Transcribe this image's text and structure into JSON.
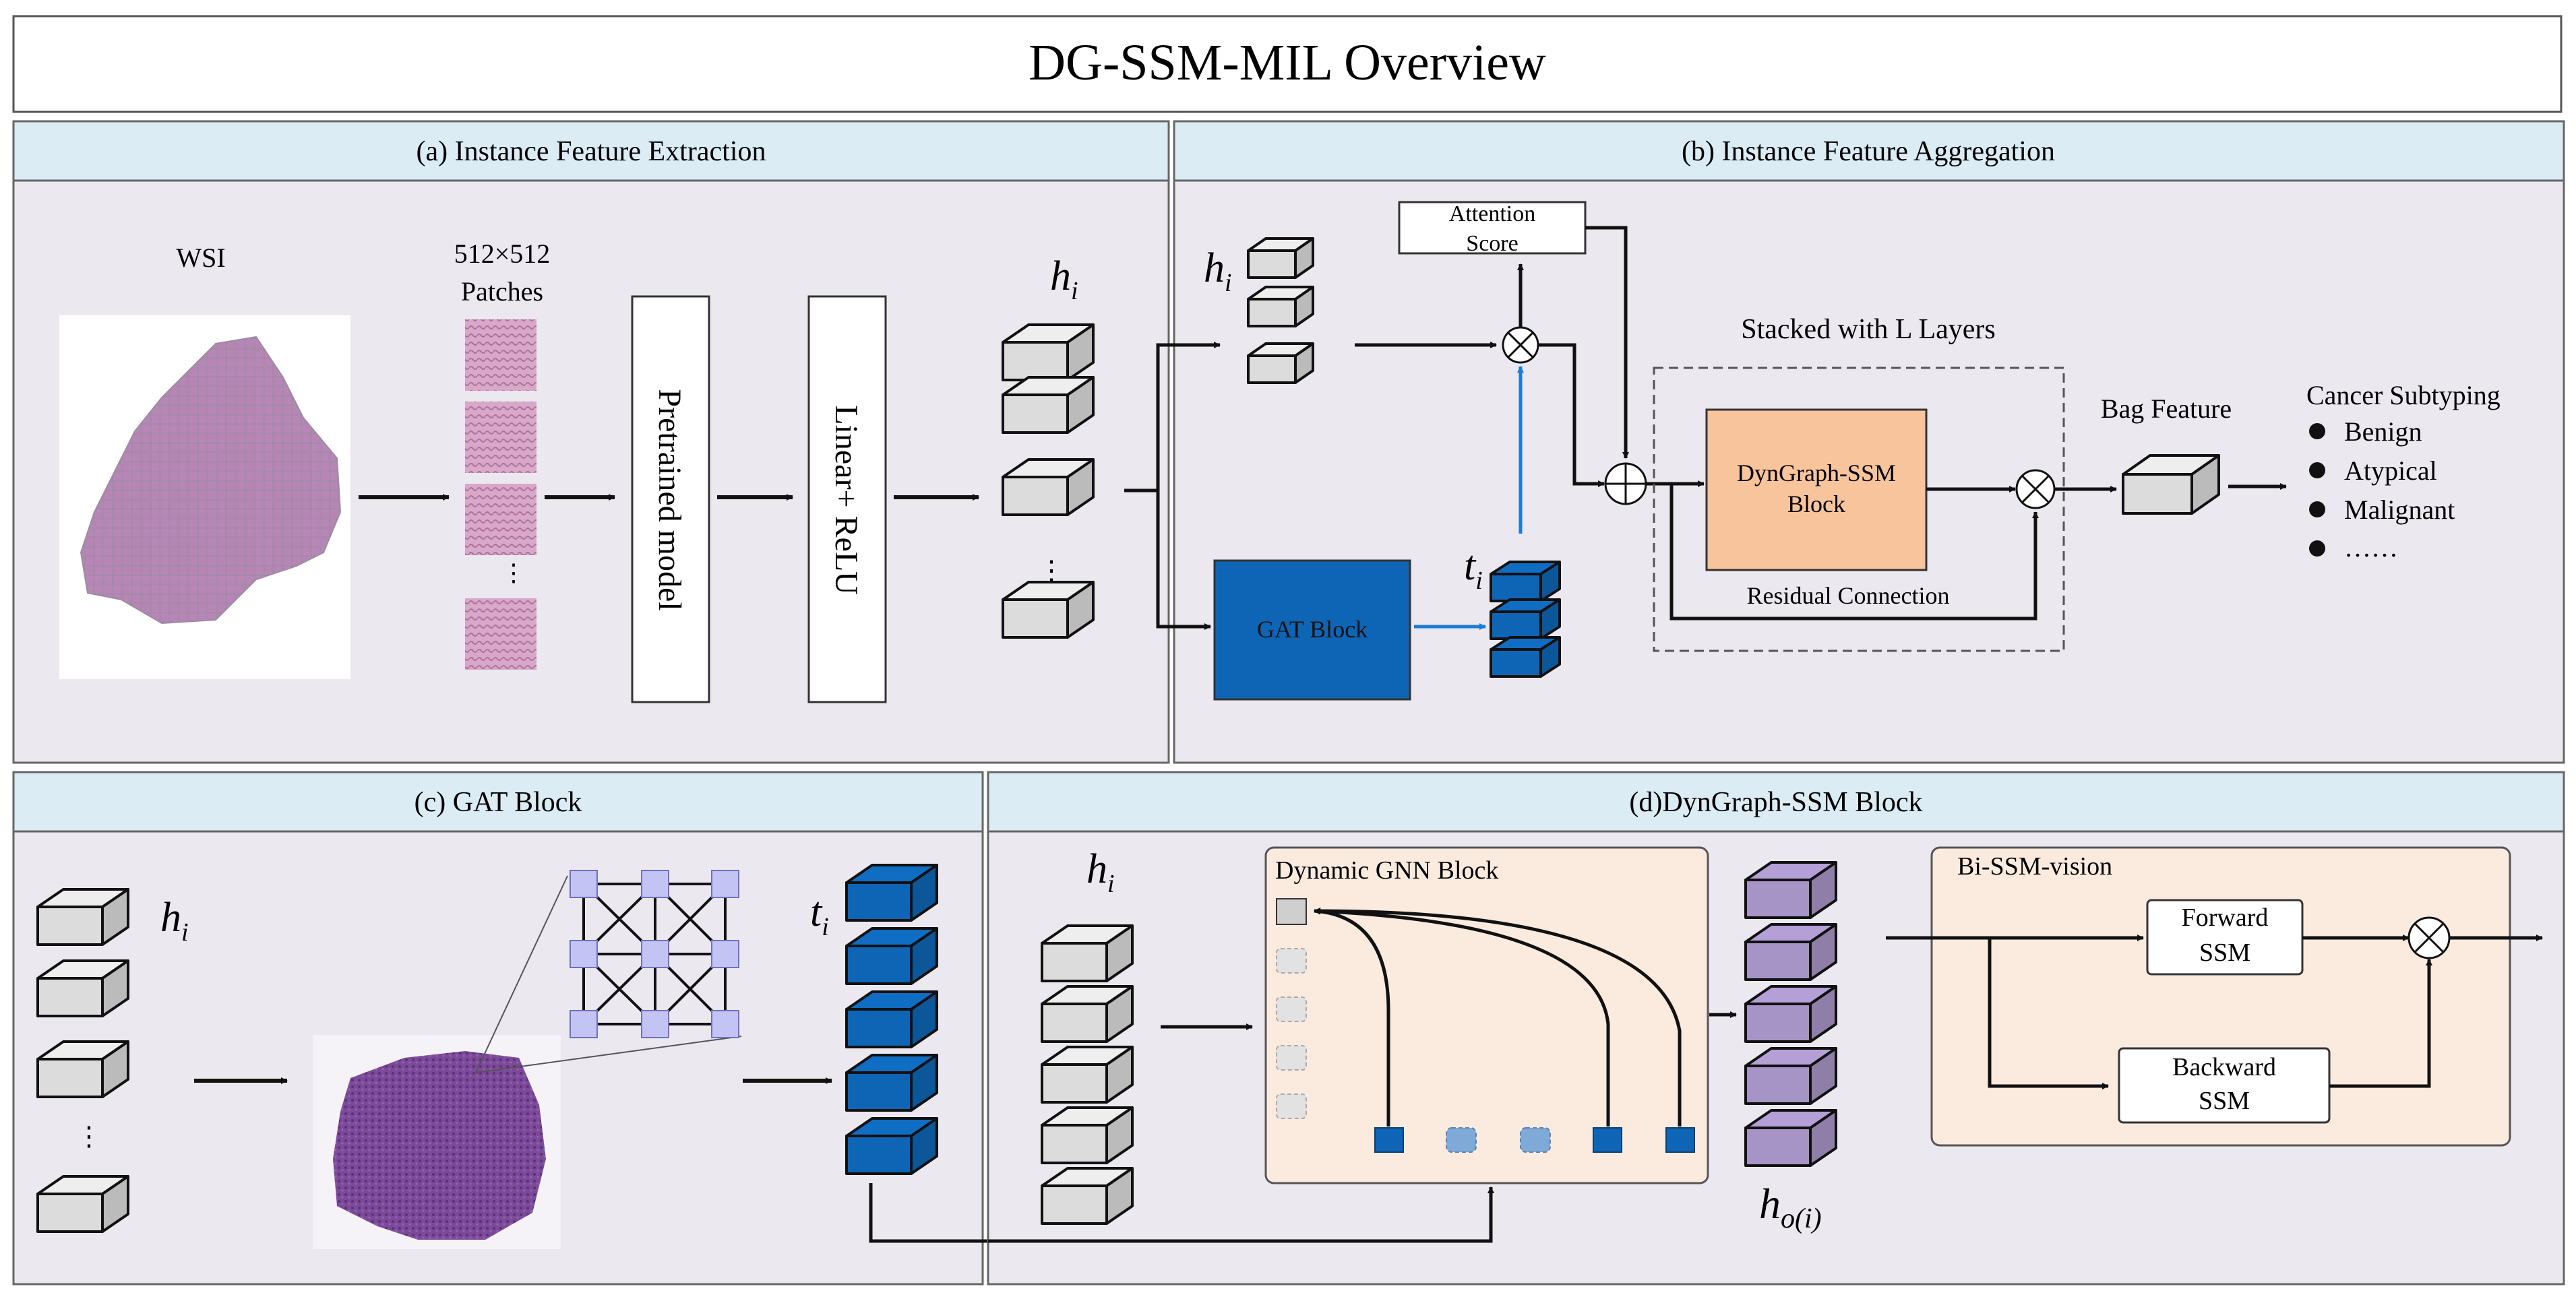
{
  "title": "DG-SSM-MIL Overview",
  "panels": {
    "a": {
      "header": "(a) Instance Feature Extraction",
      "wsi_label": "WSI",
      "patches_label_1": "512×512",
      "patches_label_2": "Patches",
      "pretrained": "Pretrained model",
      "linear": "Linear+ ReLU",
      "h_sym": "h",
      "h_sub": "i",
      "dots": "⋮"
    },
    "b": {
      "header": "(b) Instance Feature Aggregation",
      "attention_1": "Attention",
      "attention_2": "Score",
      "stacked": "Stacked with L Layers",
      "dyngraph_1": "DynGraph-SSM",
      "dyngraph_2": "Block",
      "residual": "Residual Connection",
      "bag": "Bag Feature",
      "gat": "GAT Block",
      "h_sym": "h",
      "h_sub": "i",
      "t_sym": "t",
      "t_sub": "i",
      "subtyping_title": "Cancer Subtyping",
      "subtyping_items": [
        "Benign",
        "Atypical",
        "Malignant",
        "……"
      ]
    },
    "c": {
      "header": "(c) GAT Block",
      "h_sym": "h",
      "h_sub": "i",
      "t_sym": "t",
      "t_sub": "i",
      "dots": "⋮"
    },
    "d": {
      "header": "(d)DynGraph-SSM Block",
      "h_sym": "h",
      "h_sub": "i",
      "gnn": "Dynamic GNN Block",
      "ho_sym": "h",
      "ho_sub": "o(i)",
      "bissm": "Bi-SSM-vision",
      "fwd_1": "Forward",
      "fwd_2": "SSM",
      "bwd_1": "Backward",
      "bwd_2": "SSM"
    }
  },
  "colors": {
    "panel_bg": "#ebe8f0",
    "header_bg": "#dcecf4",
    "gat_blue": "#0e65b5",
    "dyn_orange": "#f8c49b",
    "gnn_bg": "#fbebdf",
    "purple": "#a794c6",
    "node_lav": "#c4c4f4",
    "gray_block": "#dcdcdc",
    "arrow_blue": "#1f7bd0"
  }
}
